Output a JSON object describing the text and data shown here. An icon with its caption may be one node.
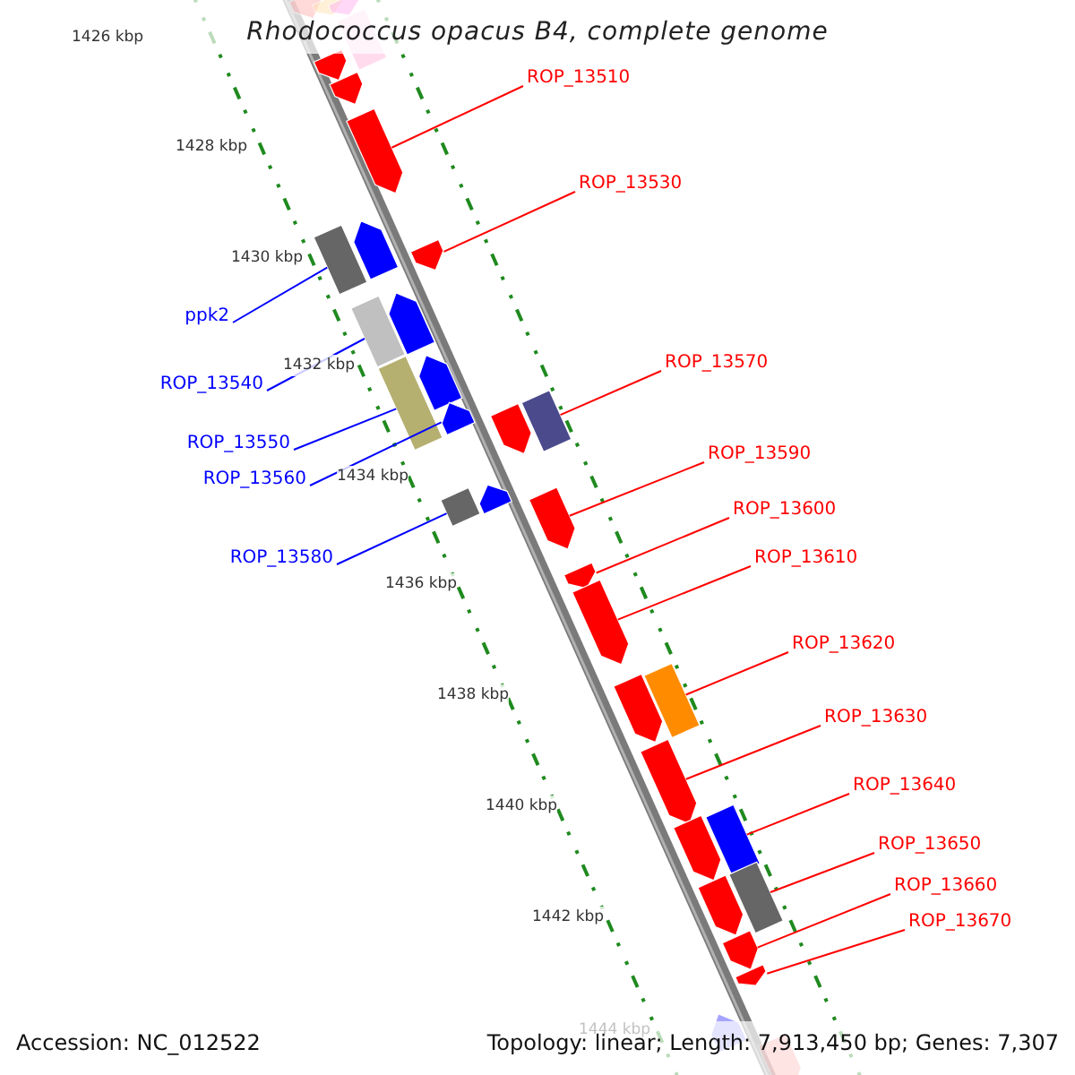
{
  "diagram": {
    "title": "Rhodococcus opacus B4, complete genome",
    "nodes": [
      {
        "text": [
          "ROP_13510"
        ]
      },
      {
        "text": [
          "ROP_13530"
        ]
      },
      {
        "text": [
          "ROP_13570"
        ]
      },
      {
        "text": [
          "ROP_13590"
        ]
      },
      {
        "text": [
          "ROP_13600"
        ]
      },
      {
        "text": [
          "ROP_13610"
        ]
      },
      {
        "text": [
          "ROP_13620"
        ]
      },
      {
        "text": [
          "ROP_13630"
        ]
      },
      {
        "text": [
          "ROP_13640"
        ]
      },
      {
        "text": [
          "ROP_13650"
        ]
      },
      {
        "text": [
          "ROP_13660"
        ]
      },
      {
        "text": [
          "ROP_13670"
        ]
      },
      {
        "text": [
          "ppk2"
        ]
      },
      {
        "text": [
          "ROP_13540"
        ]
      },
      {
        "text": [
          "ROP_13550"
        ]
      },
      {
        "text": [
          "ROP_13560"
        ]
      },
      {
        "text": [
          "ROP_13580"
        ]
      },
      {
        "text": [],
        "shape": "arrow"
      },
      {
        "text": [],
        "shape": "arrow"
      },
      {
        "text": [],
        "shape": "arrow"
      },
      {
        "text": [],
        "shape": "box"
      },
      {
        "text": [],
        "shape": "arrow"
      },
      {
        "text": [],
        "shape": "arrow"
      },
      {
        "text": [],
        "shape": "arrow"
      },
      {
        "text": [],
        "shape": "box"
      },
      {
        "text": [],
        "shape": "arrow"
      },
      {
        "text": [],
        "shape": "arrow"
      },
      {
        "text": [],
        "shape": "box"
      },
      {
        "text": [],
        "shape": "arrow"
      },
      {
        "text": [],
        "shape": "box"
      },
      {
        "text": [],
        "shape": "arrow"
      },
      {
        "text": [],
        "shape": "arrow"
      },
      {
        "text": [],
        "shape": "arrow"
      },
      {
        "text": [],
        "shape": "box"
      },
      {
        "text": [],
        "shape": "box"
      },
      {
        "text": [],
        "shape": "arrow"
      },
      {
        "text": [],
        "shape": "arrow"
      },
      {
        "text": [],
        "shape": "arrow"
      },
      {
        "text": [],
        "shape": "arrow"
      },
      {
        "text": [],
        "shape": "arrow"
      },
      {
        "text": [],
        "shape": "box"
      },
      {
        "text": [],
        "shape": "arrow"
      },
      {
        "text": [],
        "shape": "arrow"
      },
      {
        "text": [],
        "shape": "box"
      },
      {
        "text": [],
        "shape": "arrow"
      },
      {
        "text": [],
        "shape": "box"
      },
      {
        "text": [],
        "shape": "arrow"
      },
      {
        "text": [],
        "shape": "arrow"
      },
      {
        "text": [],
        "shape": "arrow"
      },
      {
        "text": [],
        "shape": "arrow"
      }
    ],
    "edges": [
      {
        "from": 0,
        "to": 23,
        "arrow": "none"
      },
      {
        "from": 1,
        "to": 26,
        "arrow": "none"
      },
      {
        "from": 2,
        "to": 33,
        "arrow": "none"
      },
      {
        "from": 3,
        "to": 36,
        "arrow": "none"
      },
      {
        "from": 4,
        "to": 37,
        "arrow": "none"
      },
      {
        "from": 5,
        "to": 38,
        "arrow": "none"
      },
      {
        "from": 6,
        "to": 40,
        "arrow": "none"
      },
      {
        "from": 7,
        "to": 41,
        "arrow": "none"
      },
      {
        "from": 8,
        "to": 43,
        "arrow": "none"
      },
      {
        "from": 9,
        "to": 45,
        "arrow": "none"
      },
      {
        "from": 10,
        "to": 46,
        "arrow": "none"
      },
      {
        "from": 11,
        "to": 47,
        "arrow": "none"
      },
      {
        "from": 12,
        "to": 24,
        "arrow": "none",
        "color": "#0000ff"
      },
      {
        "from": 13,
        "to": 27,
        "arrow": "none",
        "color": "#0000ff"
      },
      {
        "from": 14,
        "to": 29,
        "arrow": "none",
        "color": "#0000ff"
      },
      {
        "from": 15,
        "to": 31,
        "arrow": "none",
        "color": "#0000ff"
      },
      {
        "from": 16,
        "to": 34,
        "arrow": "none",
        "color": "#0000ff"
      }
    ],
    "labels": [
      "1426 kbp",
      "1428 kbp",
      "1430 kbp",
      "1432 kbp",
      "1434 kbp",
      "1436 kbp",
      "1438 kbp",
      "1440 kbp",
      "1442 kbp",
      "1444 kbp",
      "Accession: NC_012522",
      "Topology: linear; Length: 7,913,450 bp; Genes: 7,307"
    ]
  }
}
